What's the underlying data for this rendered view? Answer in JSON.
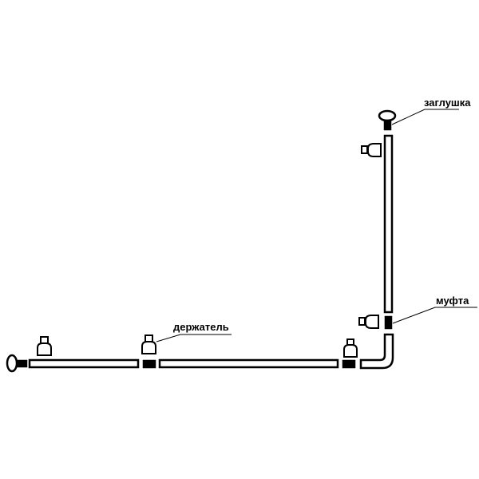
{
  "labels": {
    "cap": "заглушка",
    "holder": "держатель",
    "coupling": "муфта"
  },
  "colors": {
    "line": "#000000",
    "background": "#ffffff"
  }
}
